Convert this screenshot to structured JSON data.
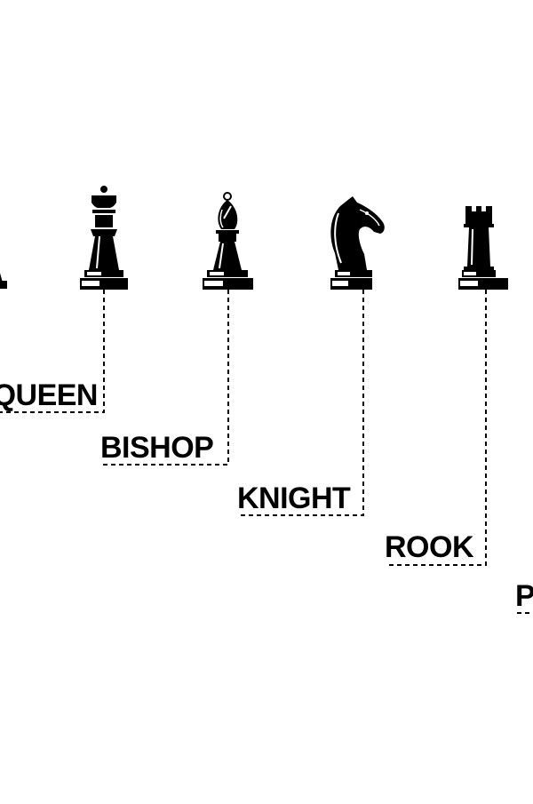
{
  "colors": {
    "background": "#ffffff",
    "ink": "#000000"
  },
  "pieces": [
    {
      "id": "king",
      "label": "",
      "icon": "king-icon"
    },
    {
      "id": "queen",
      "label": "QUEEN",
      "icon": "queen-icon"
    },
    {
      "id": "bishop",
      "label": "BISHOP",
      "icon": "bishop-icon"
    },
    {
      "id": "knight",
      "label": "KNIGHT",
      "icon": "knight-icon"
    },
    {
      "id": "rook",
      "label": "ROOK",
      "icon": "rook-icon"
    },
    {
      "id": "pawn",
      "label": "P",
      "icon": "pawn-icon"
    }
  ]
}
